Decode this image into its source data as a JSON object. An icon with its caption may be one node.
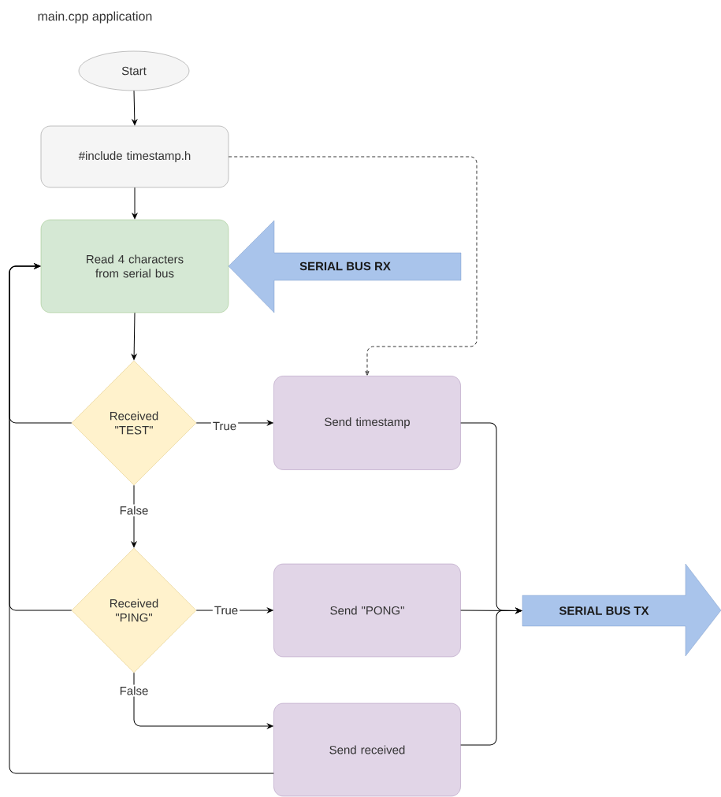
{
  "diagram": {
    "title": "main.cpp application",
    "nodes": [
      {
        "text": [
          "Start"
        ]
      },
      {
        "text": [
          "#include timestamp.h"
        ]
      },
      {
        "text": [
          "Read 4 characters from serial bus"
        ]
      },
      {
        "text": [
          "SERIAL BUS RX"
        ]
      },
      {
        "text": [
          "Received \"TEST\""
        ]
      },
      {
        "text": [
          "Send timestamp"
        ]
      },
      {
        "text": [
          "Received \"PING\""
        ]
      },
      {
        "text": [
          "Send \"PONG\""
        ]
      },
      {
        "text": [
          "Send received"
        ]
      },
      {
        "text": [
          "SERIAL BUS TX"
        ]
      }
    ],
    "edges": [
      {
        "from": 0,
        "to": 1,
        "arrow": "to"
      },
      {
        "from": 1,
        "to": 2,
        "arrow": "to"
      },
      {
        "from": 1,
        "to": 5,
        "arrow": "to",
        "style": "dashed"
      },
      {
        "from": 2,
        "to": 4,
        "arrow": "to"
      },
      {
        "from": 4,
        "to": 5,
        "arrow": "to",
        "label": "True"
      },
      {
        "from": 4,
        "to": 6,
        "arrow": "to",
        "label": "False"
      },
      {
        "from": 4,
        "to": 2,
        "arrow": "to"
      },
      {
        "from": 6,
        "to": 7,
        "arrow": "to",
        "label": "True"
      },
      {
        "from": 6,
        "to": 8,
        "arrow": "to",
        "label": "False"
      },
      {
        "from": 6,
        "to": 2,
        "arrow": "to"
      },
      {
        "from": 8,
        "to": 2,
        "arrow": "to"
      },
      {
        "from": 5,
        "to": 9,
        "arrow": "to"
      },
      {
        "from": 7,
        "to": 9,
        "arrow": "to"
      },
      {
        "from": 8,
        "to": 9,
        "arrow": "to"
      }
    ]
  }
}
